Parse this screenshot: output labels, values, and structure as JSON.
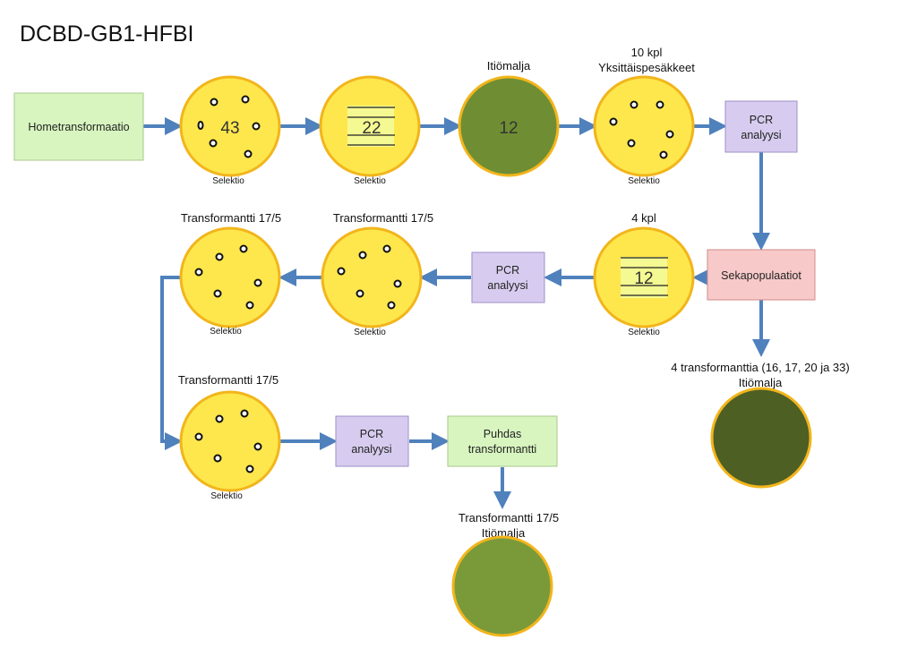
{
  "title": "DCBD-GB1-HFBI",
  "colors": {
    "plate_fill": "#fde74c",
    "plate_stroke": "#f2b51c",
    "spore_dark": "#4e5f24",
    "spore_mid": "#6f8e33",
    "spore_light": "#7a9a3a",
    "green_box": "#d8f5c0",
    "purple_box": "#d7ccef",
    "red_box": "#f8c9c9",
    "arrow": "#4f81bd"
  },
  "boxes": {
    "hometransformaatio": "Hometransformaatio",
    "pcr1_line1": "PCR",
    "pcr1_line2": "analyysi",
    "sekapopulaatiot": "Sekapopulaatiot",
    "pcr2_line1": "PCR",
    "pcr2_line2": "analyysi",
    "pcr3_line1": "PCR",
    "pcr3_line2": "analyysi",
    "puhdas_line1": "Puhdas",
    "puhdas_line2": "transformantti"
  },
  "plates": {
    "p1": {
      "number": "43",
      "caption": "Selektio"
    },
    "p2": {
      "number": "22",
      "caption": "Selektio"
    },
    "p3": {
      "number": "12",
      "header": "Itiömalja"
    },
    "p4": {
      "header1": "10 kpl",
      "header2": "Yksittäispesäkkeet",
      "caption": "Selektio"
    },
    "p5": {
      "number": "12",
      "header": "4 kpl",
      "caption": "Selektio"
    },
    "p6": {
      "header": "Transformantti 17/5",
      "caption": "Selektio"
    },
    "p7": {
      "header": "Transformantti 17/5",
      "caption": "Selektio"
    },
    "p8": {
      "header": "Transformantti 17/5",
      "caption": "Selektio"
    },
    "spore1": {
      "header1": "4 transformanttia (16, 17, 20 ja 33)",
      "header2": "Itiömalja"
    },
    "spore2": {
      "header1": "Transformantti 17/5",
      "header2": "Itiömalja"
    }
  }
}
